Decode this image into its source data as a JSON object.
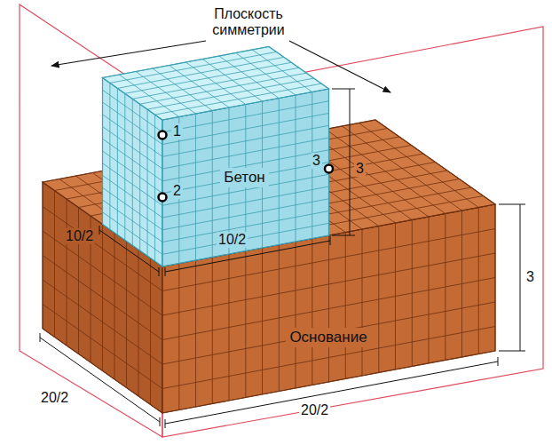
{
  "diagram": {
    "nodes": [
      {
        "text": [
          "Бетон"
        ]
      },
      {
        "text": [
          "Основание"
        ]
      }
    ],
    "labels": [
      "Плоскость симметрии",
      "1",
      "2",
      "3",
      "3",
      "10/2",
      "10/2",
      "3",
      "20/2",
      "20/2"
    ]
  }
}
